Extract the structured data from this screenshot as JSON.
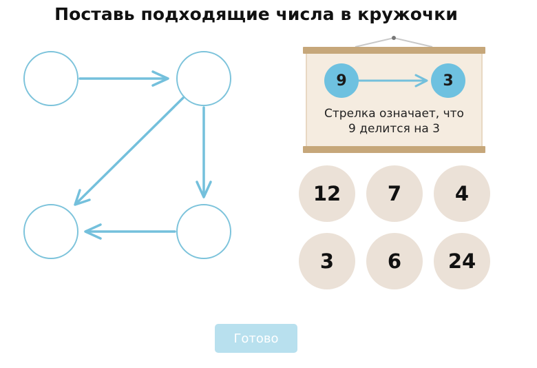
{
  "title": "Поставь подходящие числа в кружочки",
  "hint": {
    "example_from": "9",
    "example_to": "3",
    "caption_line1": "Стрелка означает, что",
    "caption_line2": "9 делится на 3"
  },
  "numbers": [
    "12",
    "7",
    "4",
    "3",
    "6",
    "24"
  ],
  "done_label": "Готово",
  "colors": {
    "accent": "#6ec1e0",
    "slot_border": "#7cc3db",
    "number_bg": "#ebe1d7",
    "scroll_rod": "#c6a77a",
    "scroll_paper": "#f5ece0",
    "button_disabled": "#b8e0ee"
  }
}
